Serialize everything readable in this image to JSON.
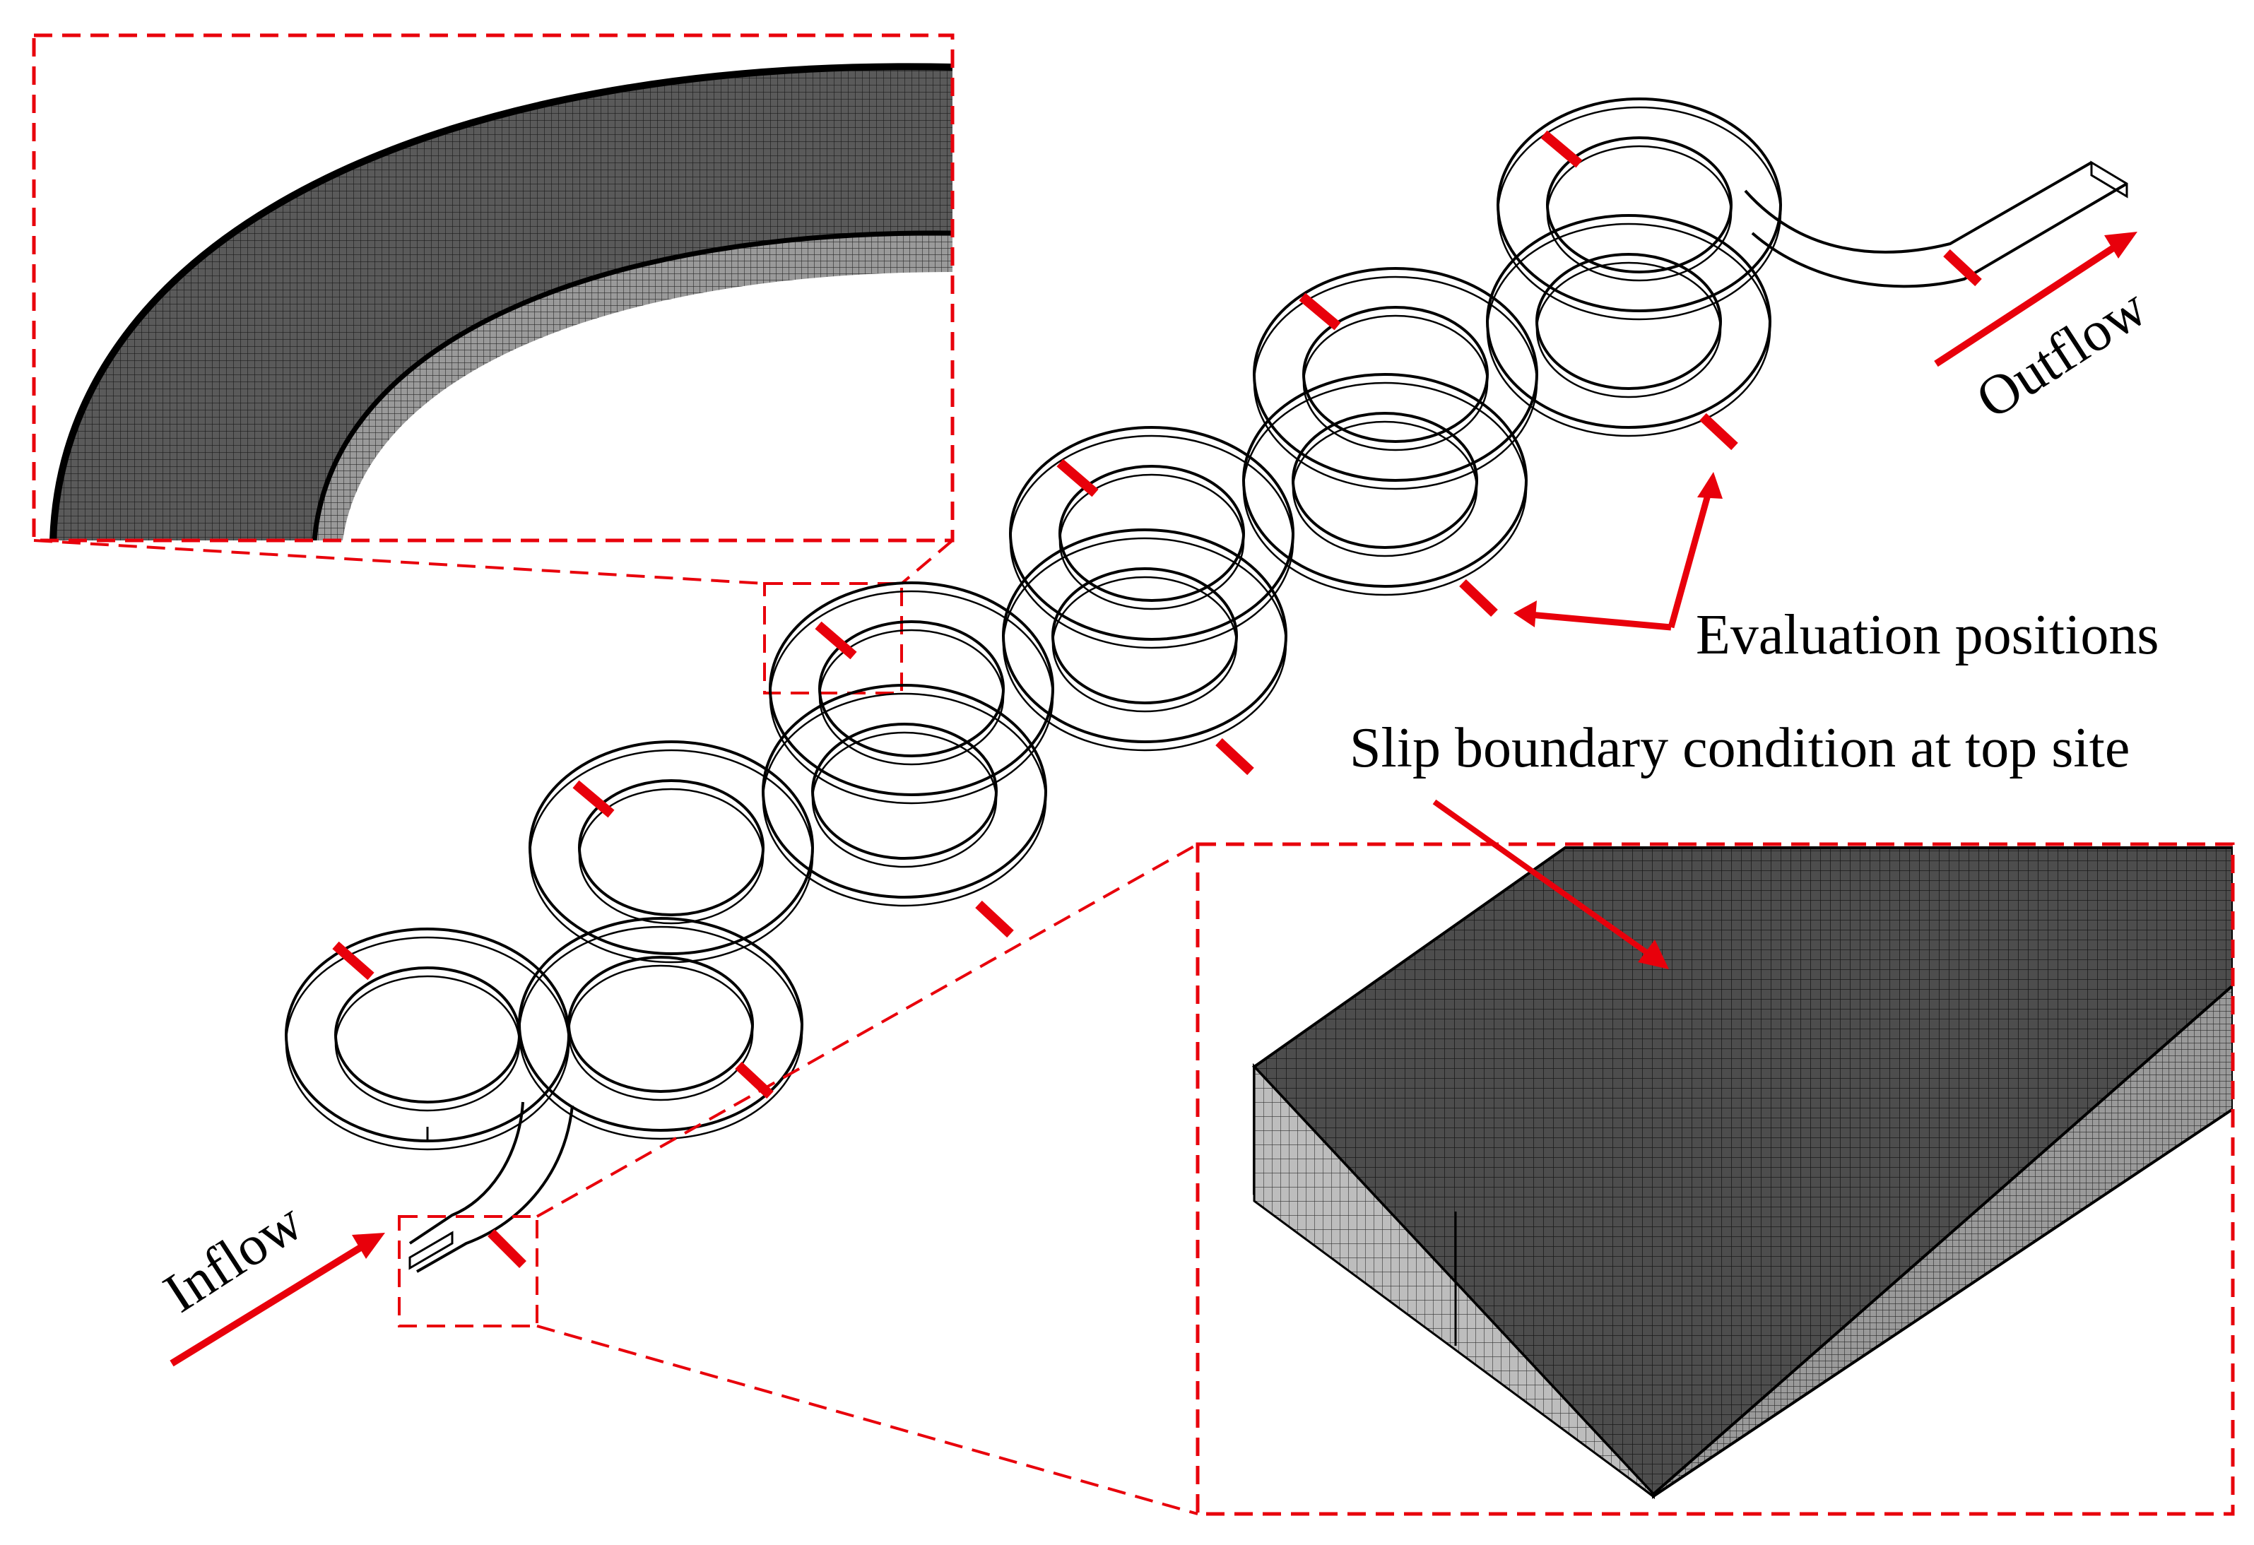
{
  "labels": {
    "inflow": "Inflow",
    "outflow": "Outflow",
    "evaluation": "Evaluation positions",
    "slip": "Slip boundary condition at top site"
  },
  "colors": {
    "accent": "#e8000b",
    "outline": "#000000",
    "mesh_dark": "#4a4a4a",
    "mesh_light": "#c9c9c9"
  },
  "channel": {
    "loops": 6,
    "evaluation_markers_per_loop": 2
  }
}
